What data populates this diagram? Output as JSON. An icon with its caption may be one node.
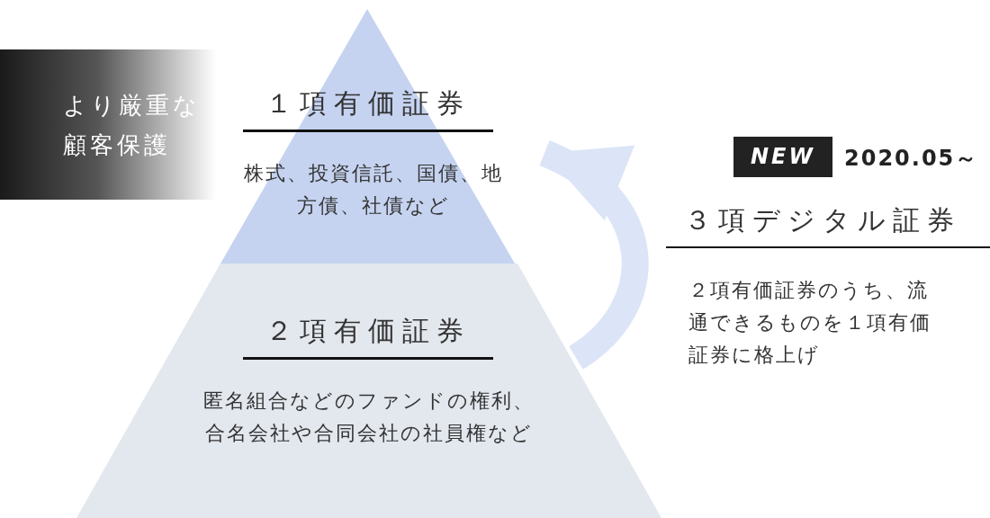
{
  "diagram": {
    "nodes": [
      {
        "text": [
          "１項有価証券",
          "株式、投資信託、国債、地方債、社債など"
        ]
      },
      {
        "text": [
          "２項有価証券",
          "匿名組合などのファンドの権利、合名会社や合同会社の社員権など"
        ]
      },
      {
        "text": [
          "３項デジタル証券",
          "２項有価証券のうち、流通できるものを１項有価証券に格上げ"
        ]
      }
    ],
    "edges": [
      {
        "from": 1,
        "to": 0,
        "arrow": "to"
      }
    ],
    "labels": [
      "より厳重な顧客保護",
      "NEW",
      "2020.05～"
    ]
  }
}
